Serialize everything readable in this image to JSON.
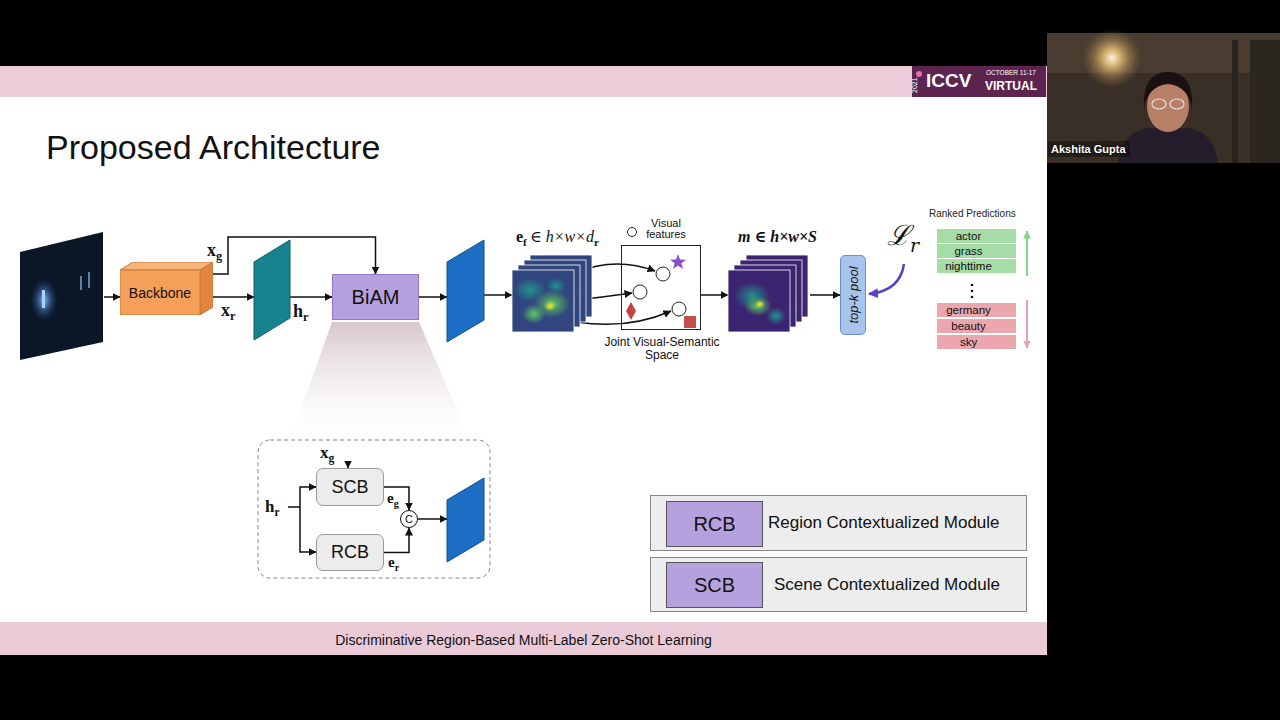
{
  "diagram": {
    "title": "Proposed Architecture",
    "caption": "Discriminative Region-Based Multi-Label Zero-Shot Learning",
    "nodes": [
      {
        "text": [
          "Backbone"
        ]
      },
      {
        "text": [
          "BiAM"
        ]
      },
      {
        "text": [
          "Visual features",
          "Joint Visual-Semantic Space"
        ]
      },
      {
        "text": [
          "top-k pool"
        ]
      },
      {
        "text": [
          "actor"
        ]
      },
      {
        "text": [
          "grass"
        ]
      },
      {
        "text": [
          "nighttime"
        ]
      },
      {
        "text": [
          "germany"
        ]
      },
      {
        "text": [
          "beauty"
        ]
      },
      {
        "text": [
          "sky"
        ]
      },
      {
        "text": [
          "SCB"
        ]
      },
      {
        "text": [
          "RCB"
        ]
      },
      {
        "text": [
          "C"
        ]
      },
      {
        "text": [
          "Region Contextualized Module"
        ]
      },
      {
        "text": [
          "RCB"
        ],
        "in": 13
      },
      {
        "text": [
          "Scene Contextualized Module"
        ]
      },
      {
        "text": [
          "SCB"
        ],
        "in": 15
      }
    ],
    "edges": [
      {
        "from": 0,
        "to": 1,
        "arrow": "to"
      },
      {
        "from": 10,
        "to": 12,
        "arrow": "to"
      },
      {
        "from": 11,
        "to": 12,
        "arrow": "to"
      }
    ],
    "labels": [
      "2021",
      "ICCV",
      "OCTOBER 11-17",
      "VIRTUAL",
      "x",
      "g",
      "x",
      "r",
      "h",
      "r",
      "e",
      "f",
      "∈ h×w×d",
      "r",
      "m ∈ h×w×S",
      "ℒ",
      "r",
      "Ranked Predictions",
      "x",
      "g",
      "h",
      "r",
      "e",
      "g",
      "e",
      "r",
      "Akshita Gupta"
    ]
  }
}
